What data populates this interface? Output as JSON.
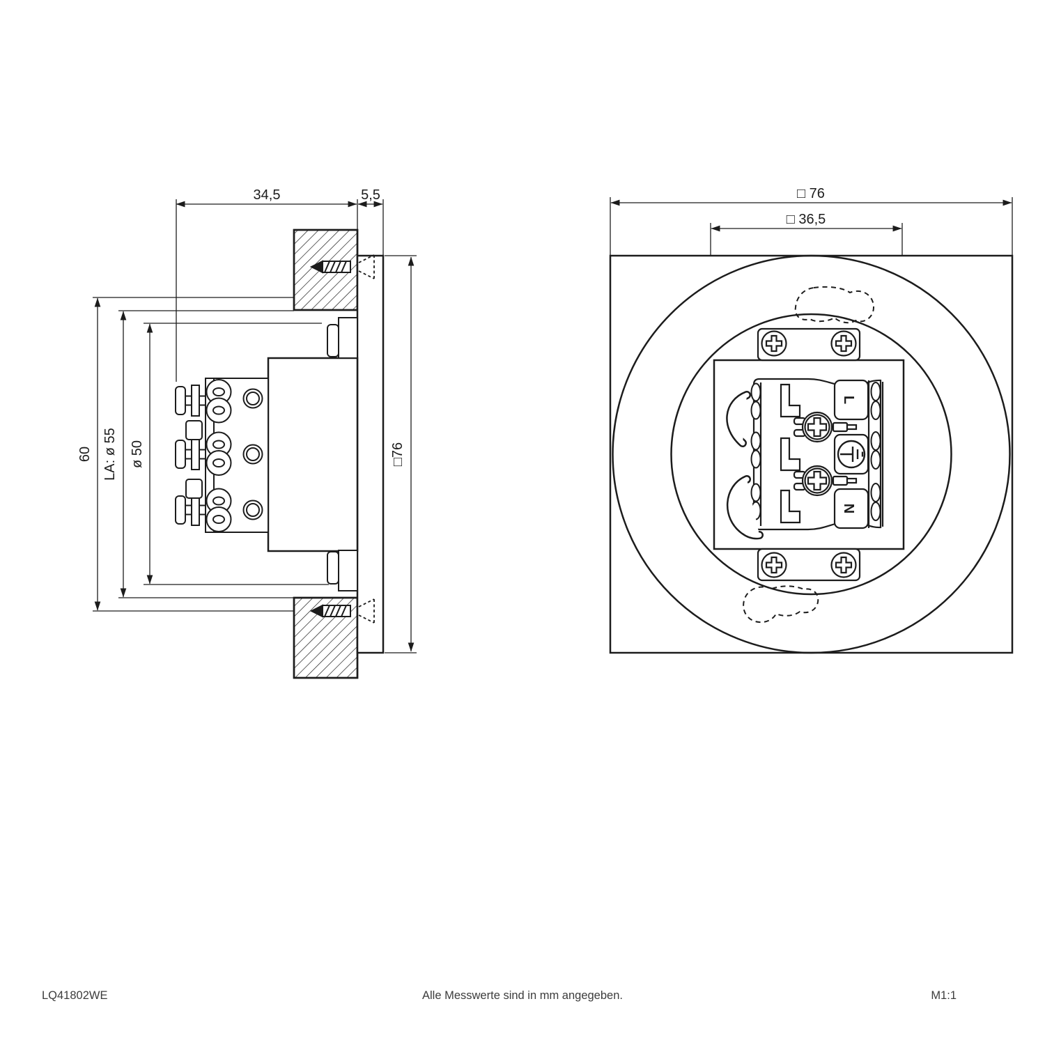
{
  "drawing": {
    "side_view": {
      "dim_depth": "34,5",
      "dim_plate_thickness": "5,5",
      "dim_height": "60",
      "dim_cutout": "LA: ø 55",
      "dim_diameter": "ø 50",
      "dim_square": "□76"
    },
    "front_view": {
      "dim_outer_square": "□ 76",
      "dim_inner_square": "□ 36,5",
      "terminal_labels": {
        "live": "L",
        "neutral": "N"
      }
    }
  },
  "icons": {
    "earth_icon": "earth-ground-symbol (⏚ rotated 90°)",
    "phillips_screw_icon": "cross-head screw",
    "wood_screw_icon": "countersunk wood screw in wall section"
  },
  "footer": {
    "article_number": "LQ41802WE",
    "note": "Alle Messwerte sind in mm angegeben.",
    "scale": "M1:1"
  },
  "colors": {
    "line": "#1c1c1c",
    "background": "#ffffff",
    "footer_text": "#3c3c3c"
  }
}
